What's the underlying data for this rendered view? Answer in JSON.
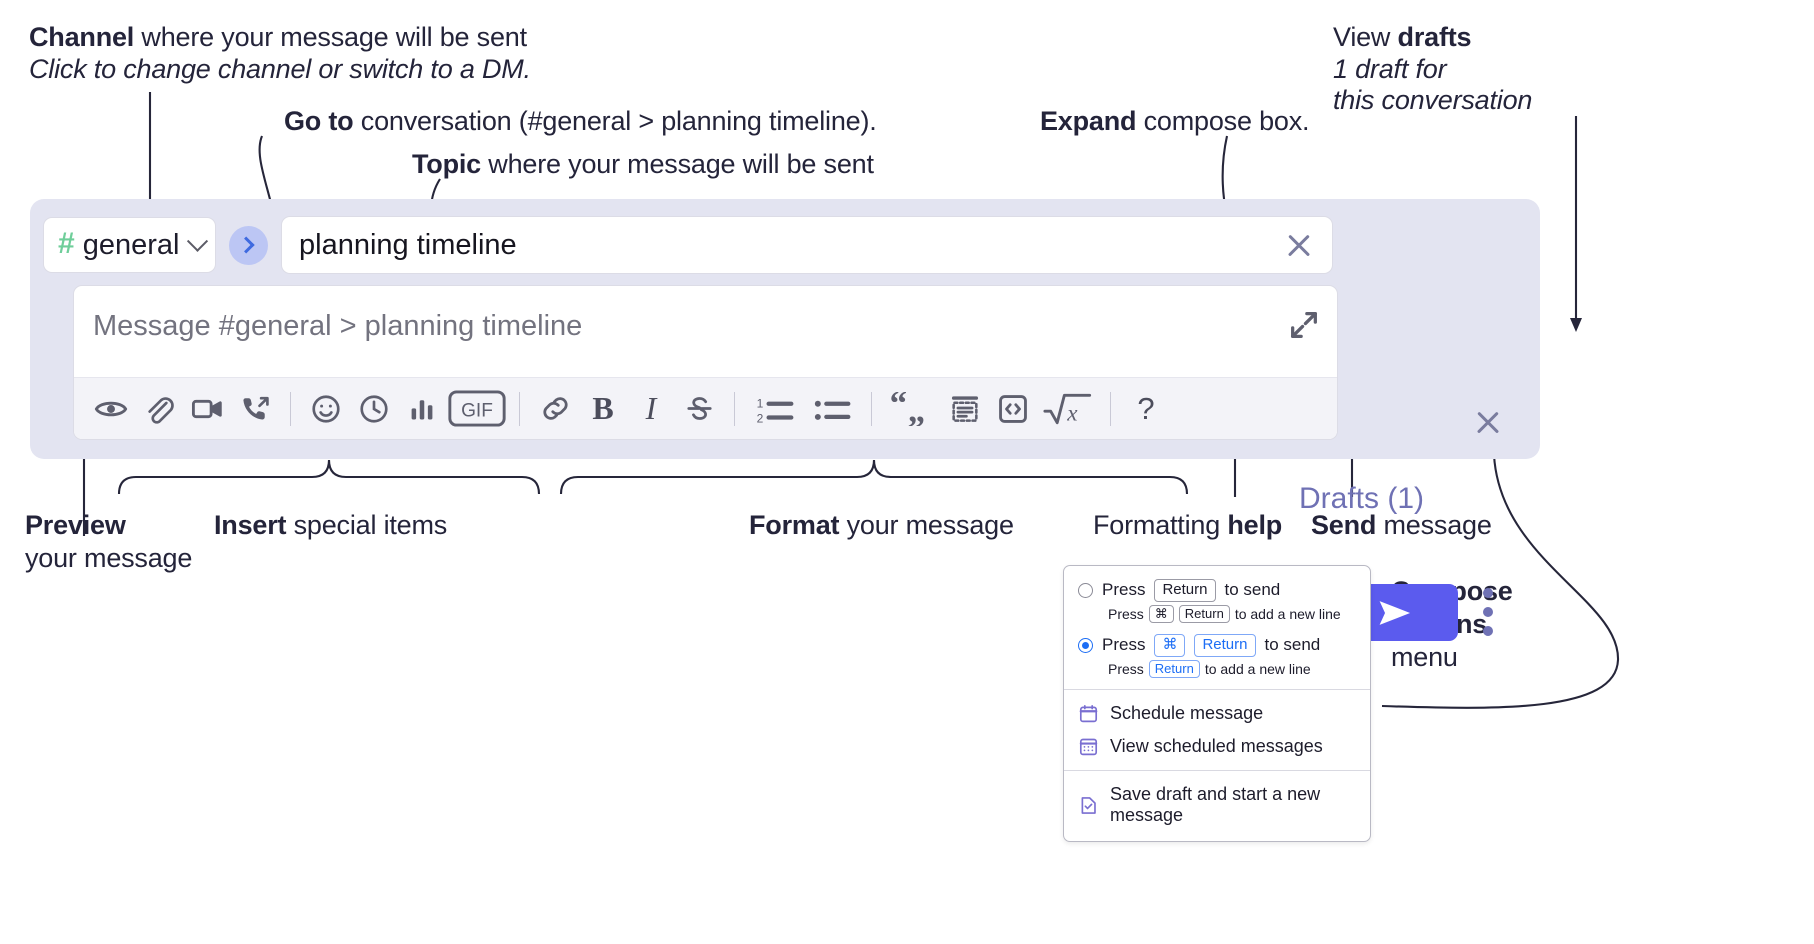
{
  "annotations": {
    "channel_title": "Channel",
    "channel_rest": " where your message will be sent",
    "channel_sub": "Click to change channel or switch to a DM.",
    "goto_title": "Go to",
    "goto_rest": " conversation (#general > planning timeline).",
    "topic_title": "Topic",
    "topic_rest": " where your message will be sent",
    "expand_title": "Expand",
    "expand_rest": " compose box.",
    "drafts_title_pre": "View ",
    "drafts_title": "drafts",
    "drafts_sub_1": "1 draft for",
    "drafts_sub_2": "this conversation",
    "preview_title": "Preview",
    "preview_sub": "your message",
    "insert_title": "Insert",
    "insert_rest": " special items",
    "format_title": "Format",
    "format_rest": " your message",
    "help_pre": "Formatting ",
    "help_title": "help",
    "send_title": "Send",
    "send_rest": " message",
    "compose_title_1": "Compose",
    "compose_title_2": "options",
    "compose_sub": "menu"
  },
  "compose": {
    "channel": {
      "hash": "#",
      "name": "general",
      "chevron_icon": "chevron-down-icon"
    },
    "goto_icon": "chevron-right-icon",
    "topic": {
      "value": "planning timeline",
      "clear_icon": "close-icon"
    },
    "message": {
      "placeholder": "Message #general > planning timeline",
      "expand_icon": "expand-icon"
    },
    "drafts_label": "Drafts (1)",
    "close_icon": "close-icon",
    "send_icon": "send-icon",
    "kebab_icon": "more-vertical-icon",
    "toolbar": [
      {
        "name": "preview-icon",
        "label": "Preview"
      },
      {
        "name": "attachment-icon",
        "label": "Attach file"
      },
      {
        "name": "video-icon",
        "label": "Record video clip"
      },
      {
        "name": "huddle-icon",
        "label": "Start call"
      },
      {
        "name": "separator",
        "label": ""
      },
      {
        "name": "emoji-icon",
        "label": "Emoji"
      },
      {
        "name": "reminder-icon",
        "label": "Reminder"
      },
      {
        "name": "poll-icon",
        "label": "Poll"
      },
      {
        "name": "gif-icon",
        "label": "GIF"
      },
      {
        "name": "separator",
        "label": ""
      },
      {
        "name": "link-icon",
        "label": "Link"
      },
      {
        "name": "bold-icon",
        "label": "Bold"
      },
      {
        "name": "italic-icon",
        "label": "Italic"
      },
      {
        "name": "strikethrough-icon",
        "label": "Strikethrough"
      },
      {
        "name": "separator",
        "label": ""
      },
      {
        "name": "ordered-list-icon",
        "label": "Ordered list"
      },
      {
        "name": "bulleted-list-icon",
        "label": "Bulleted list"
      },
      {
        "name": "separator",
        "label": ""
      },
      {
        "name": "blockquote-icon",
        "label": "Blockquote"
      },
      {
        "name": "code-block-icon",
        "label": "Code block"
      },
      {
        "name": "inline-code-icon",
        "label": "Inline code"
      },
      {
        "name": "math-icon",
        "label": "Math"
      },
      {
        "name": "separator",
        "label": ""
      },
      {
        "name": "help-icon",
        "label": "Formatting help"
      }
    ],
    "gif_label": "GIF",
    "bold_label": "B",
    "italic_label": "I",
    "help_label": "?"
  },
  "options_menu": {
    "option1": {
      "press": "Press",
      "key": "Return",
      "tail": "to send",
      "sub_press": "Press",
      "sub_key1": "⌘",
      "sub_key2": "Return",
      "sub_tail": "to add a new line",
      "selected": false
    },
    "option2": {
      "press": "Press",
      "key1": "⌘",
      "key2": "Return",
      "tail": "to send",
      "sub_press": "Press",
      "sub_key": "Return",
      "sub_tail": "to add a new line",
      "selected": true
    },
    "items": [
      {
        "label": "Schedule message",
        "icon": "calendar-icon"
      },
      {
        "label": "View scheduled messages",
        "icon": "calendar-grid-icon"
      },
      {
        "label": "Save draft and start a new message",
        "icon": "draft-check-icon"
      }
    ]
  },
  "colors": {
    "panel_bg": "#e3e4f1",
    "accent": "#5b5bee",
    "hash_green": "#6fce9a",
    "drafts_purple": "#6f71b4",
    "goto_blue": "#3f6ae0",
    "menu_icon_purple": "#7a6fd1",
    "radio_blue": "#1d6ef5"
  }
}
